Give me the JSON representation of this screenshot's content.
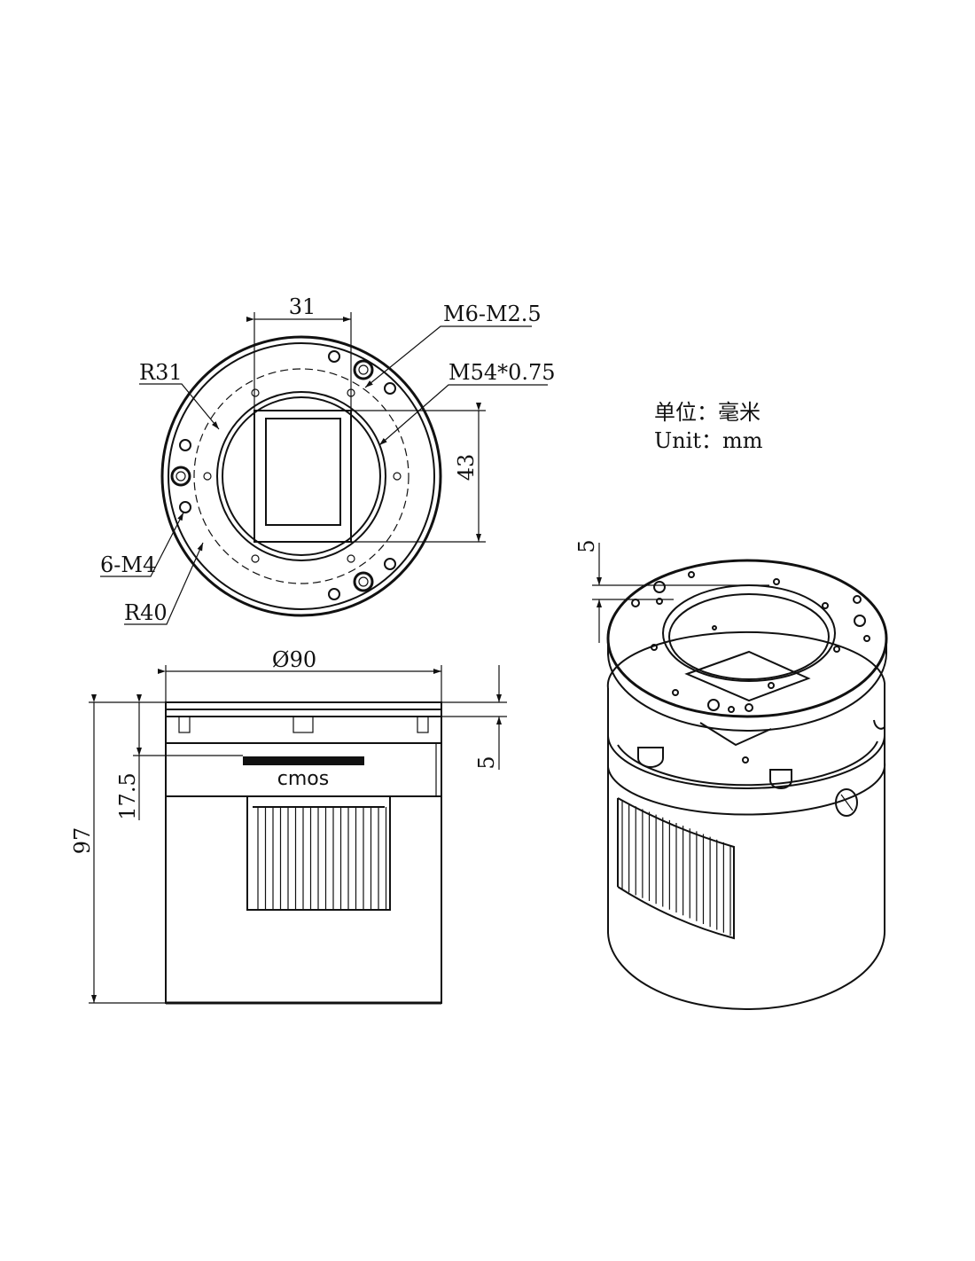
{
  "units": {
    "cn": "单位：毫米",
    "en": "Unit：mm"
  },
  "front_view": {
    "width_31": "31",
    "thread_holes": "M6-M2.5",
    "r31": "R31",
    "flange_thread": "M54*0.75",
    "height_43": "43",
    "mount_holes": "6-M4",
    "r40": "R40"
  },
  "side_view": {
    "diameter": "Ø90",
    "height_97": "97",
    "depth_17_5": "17.5",
    "flange_5": "5",
    "sensor_label": "cmos"
  },
  "iso_view": {
    "flange_5": "5"
  }
}
